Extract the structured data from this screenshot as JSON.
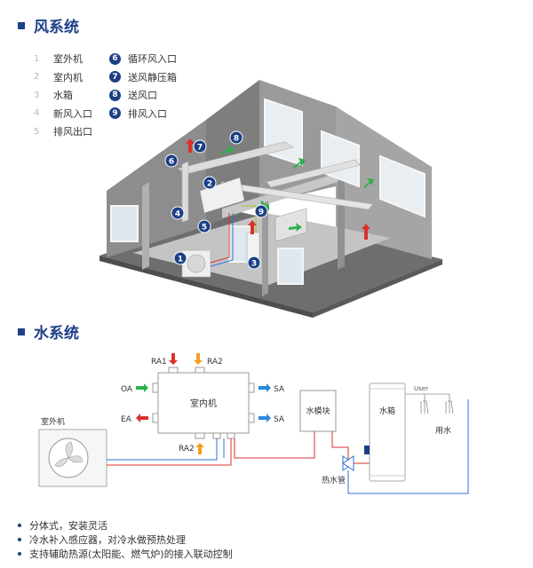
{
  "air_section": {
    "title": "风系统",
    "legend_left": [
      {
        "num": "1",
        "label": "室外机"
      },
      {
        "num": "2",
        "label": "室内机"
      },
      {
        "num": "3",
        "label": "水箱"
      },
      {
        "num": "4",
        "label": "新风入口"
      },
      {
        "num": "5",
        "label": "排风出口"
      }
    ],
    "legend_right": [
      {
        "num": "6",
        "label": "循环风入口"
      },
      {
        "num": "7",
        "label": "送风静压箱"
      },
      {
        "num": "8",
        "label": "送风口"
      },
      {
        "num": "9",
        "label": "排风入口"
      }
    ],
    "markers": [
      "1",
      "2",
      "3",
      "4",
      "5",
      "6",
      "7",
      "8",
      "9"
    ]
  },
  "water_section": {
    "title": "水系统",
    "labels": {
      "ra1": "RA1",
      "ra2_top": "RA2",
      "ra2_bottom": "RA2",
      "oa": "OA",
      "ea": "EA",
      "sa1": "SA",
      "sa2": "SA",
      "indoor_unit": "室内机",
      "outdoor_unit": "室外机",
      "water_module": "水模块",
      "water_tank": "水箱",
      "user": "User",
      "water_use": "用水",
      "hot_water_pipe": "热水管"
    }
  },
  "bullets": [
    "分体式，安装灵活",
    "冷水补入感应器，对冷水做预热处理",
    "支持辅助热源(太阳能、燃气炉)的接入联动控制"
  ],
  "colors": {
    "accent": "#1f3f88",
    "red": "#d9312b",
    "blue": "#2f6fd8",
    "orange": "#f0a020",
    "green": "#2bb24a",
    "arrow_blue": "#2a8ad8"
  }
}
